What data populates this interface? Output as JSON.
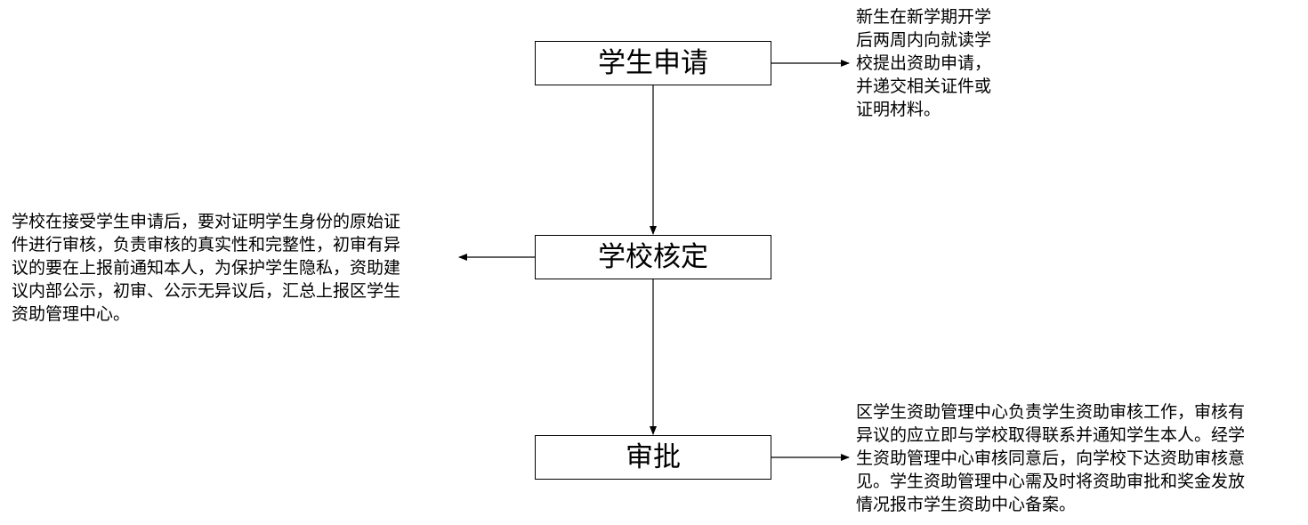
{
  "steps": [
    {
      "id": "apply",
      "label": "学生申请"
    },
    {
      "id": "verify",
      "label": "学校核定"
    },
    {
      "id": "approve",
      "label": "审批"
    }
  ],
  "notes": {
    "apply": "新生在新学期开学\n后两周内向就读学\n校提出资助申请，\n并递交相关证件或\n证明材料。",
    "verify": "学校在接受学生申请后，要对证明学生身份的原始证\n件进行审核，负责审核的真实性和完整性，初审有异\n议的要在上报前通知本人，为保护学生隐私，资助建\n议内部公示，初审、公示无异议后，汇总上报区学生\n资助管理中心。",
    "approve": "区学生资助管理中心负责学生资助审核工作，审核有\n异议的应立即与学校取得联系并通知学生本人。经学\n生资助管理中心审核同意后，向学校下达资助审核意\n见。学生资助管理中心需及时将资助审批和奖金发放\n情况报市学生资助中心备案。"
  },
  "colors": {
    "line": "#000000",
    "box_border": "#000000",
    "background": "#ffffff"
  }
}
